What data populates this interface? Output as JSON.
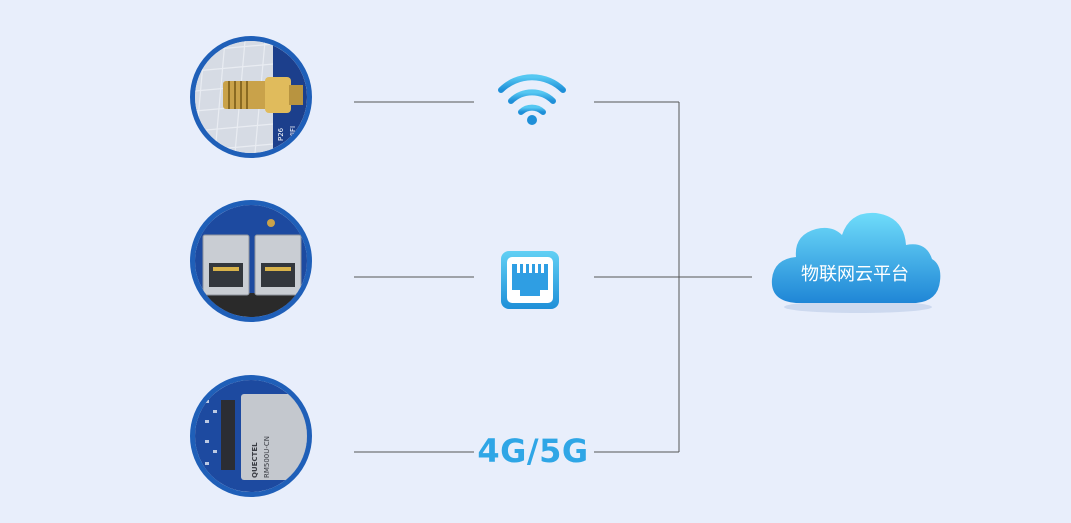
{
  "connections": {
    "wifi": {
      "icon": "wifi-icon"
    },
    "ethernet": {
      "icon": "ethernet-port-icon"
    },
    "cellular": {
      "label": "4G/5G"
    }
  },
  "cloud": {
    "label": "物联网云平台",
    "icon": "cloud-icon"
  },
  "module": {
    "brand": "QUECTEL",
    "model": "RM500U-CN",
    "board_mark_1": "P26",
    "board_mark_2": "WIFI"
  },
  "colors": {
    "background": "#e8eefb",
    "accent": "#2fa6e6",
    "photo_border": "#1f5fb8",
    "line": "#555555"
  }
}
